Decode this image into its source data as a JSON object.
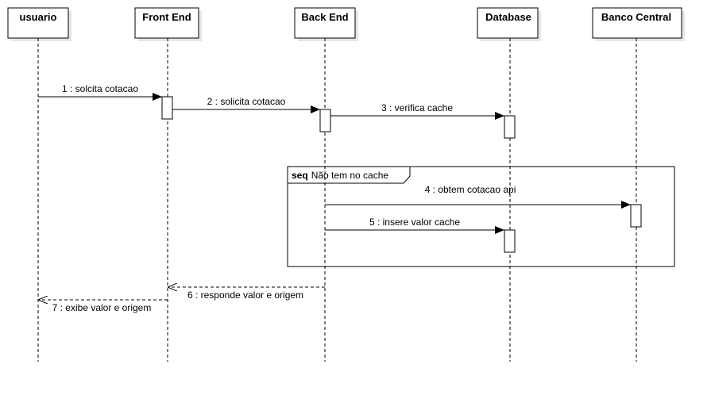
{
  "participants": [
    {
      "id": "usuario",
      "label": "usuario"
    },
    {
      "id": "frontend",
      "label": "Front End"
    },
    {
      "id": "backend",
      "label": "Back End"
    },
    {
      "id": "database",
      "label": "Database"
    },
    {
      "id": "bancocentral",
      "label": "Banco Central"
    }
  ],
  "messages": [
    {
      "label": "1 : solcita cotacao",
      "from": "usuario",
      "to": "frontend",
      "style": "sync"
    },
    {
      "label": "2 : solicita cotacao",
      "from": "frontend",
      "to": "backend",
      "style": "sync"
    },
    {
      "label": "3 : verifica cache",
      "from": "backend",
      "to": "database",
      "style": "sync"
    },
    {
      "label": "4 : obtem cotacao api",
      "from": "backend",
      "to": "bancocentral",
      "style": "sync"
    },
    {
      "label": "5 : insere valor cache",
      "from": "backend",
      "to": "database",
      "style": "sync"
    },
    {
      "label": "6 : responde valor e origem",
      "from": "backend",
      "to": "frontend",
      "style": "return"
    },
    {
      "label": "7 : exibe valor e origem",
      "from": "frontend",
      "to": "usuario",
      "style": "return"
    }
  ],
  "fragment": {
    "keyword": "seq",
    "condition": "Não tem no cache"
  },
  "colors": {
    "line": "#000000",
    "shadow": "#e6e6e6",
    "box_fill": "#ffffff"
  }
}
